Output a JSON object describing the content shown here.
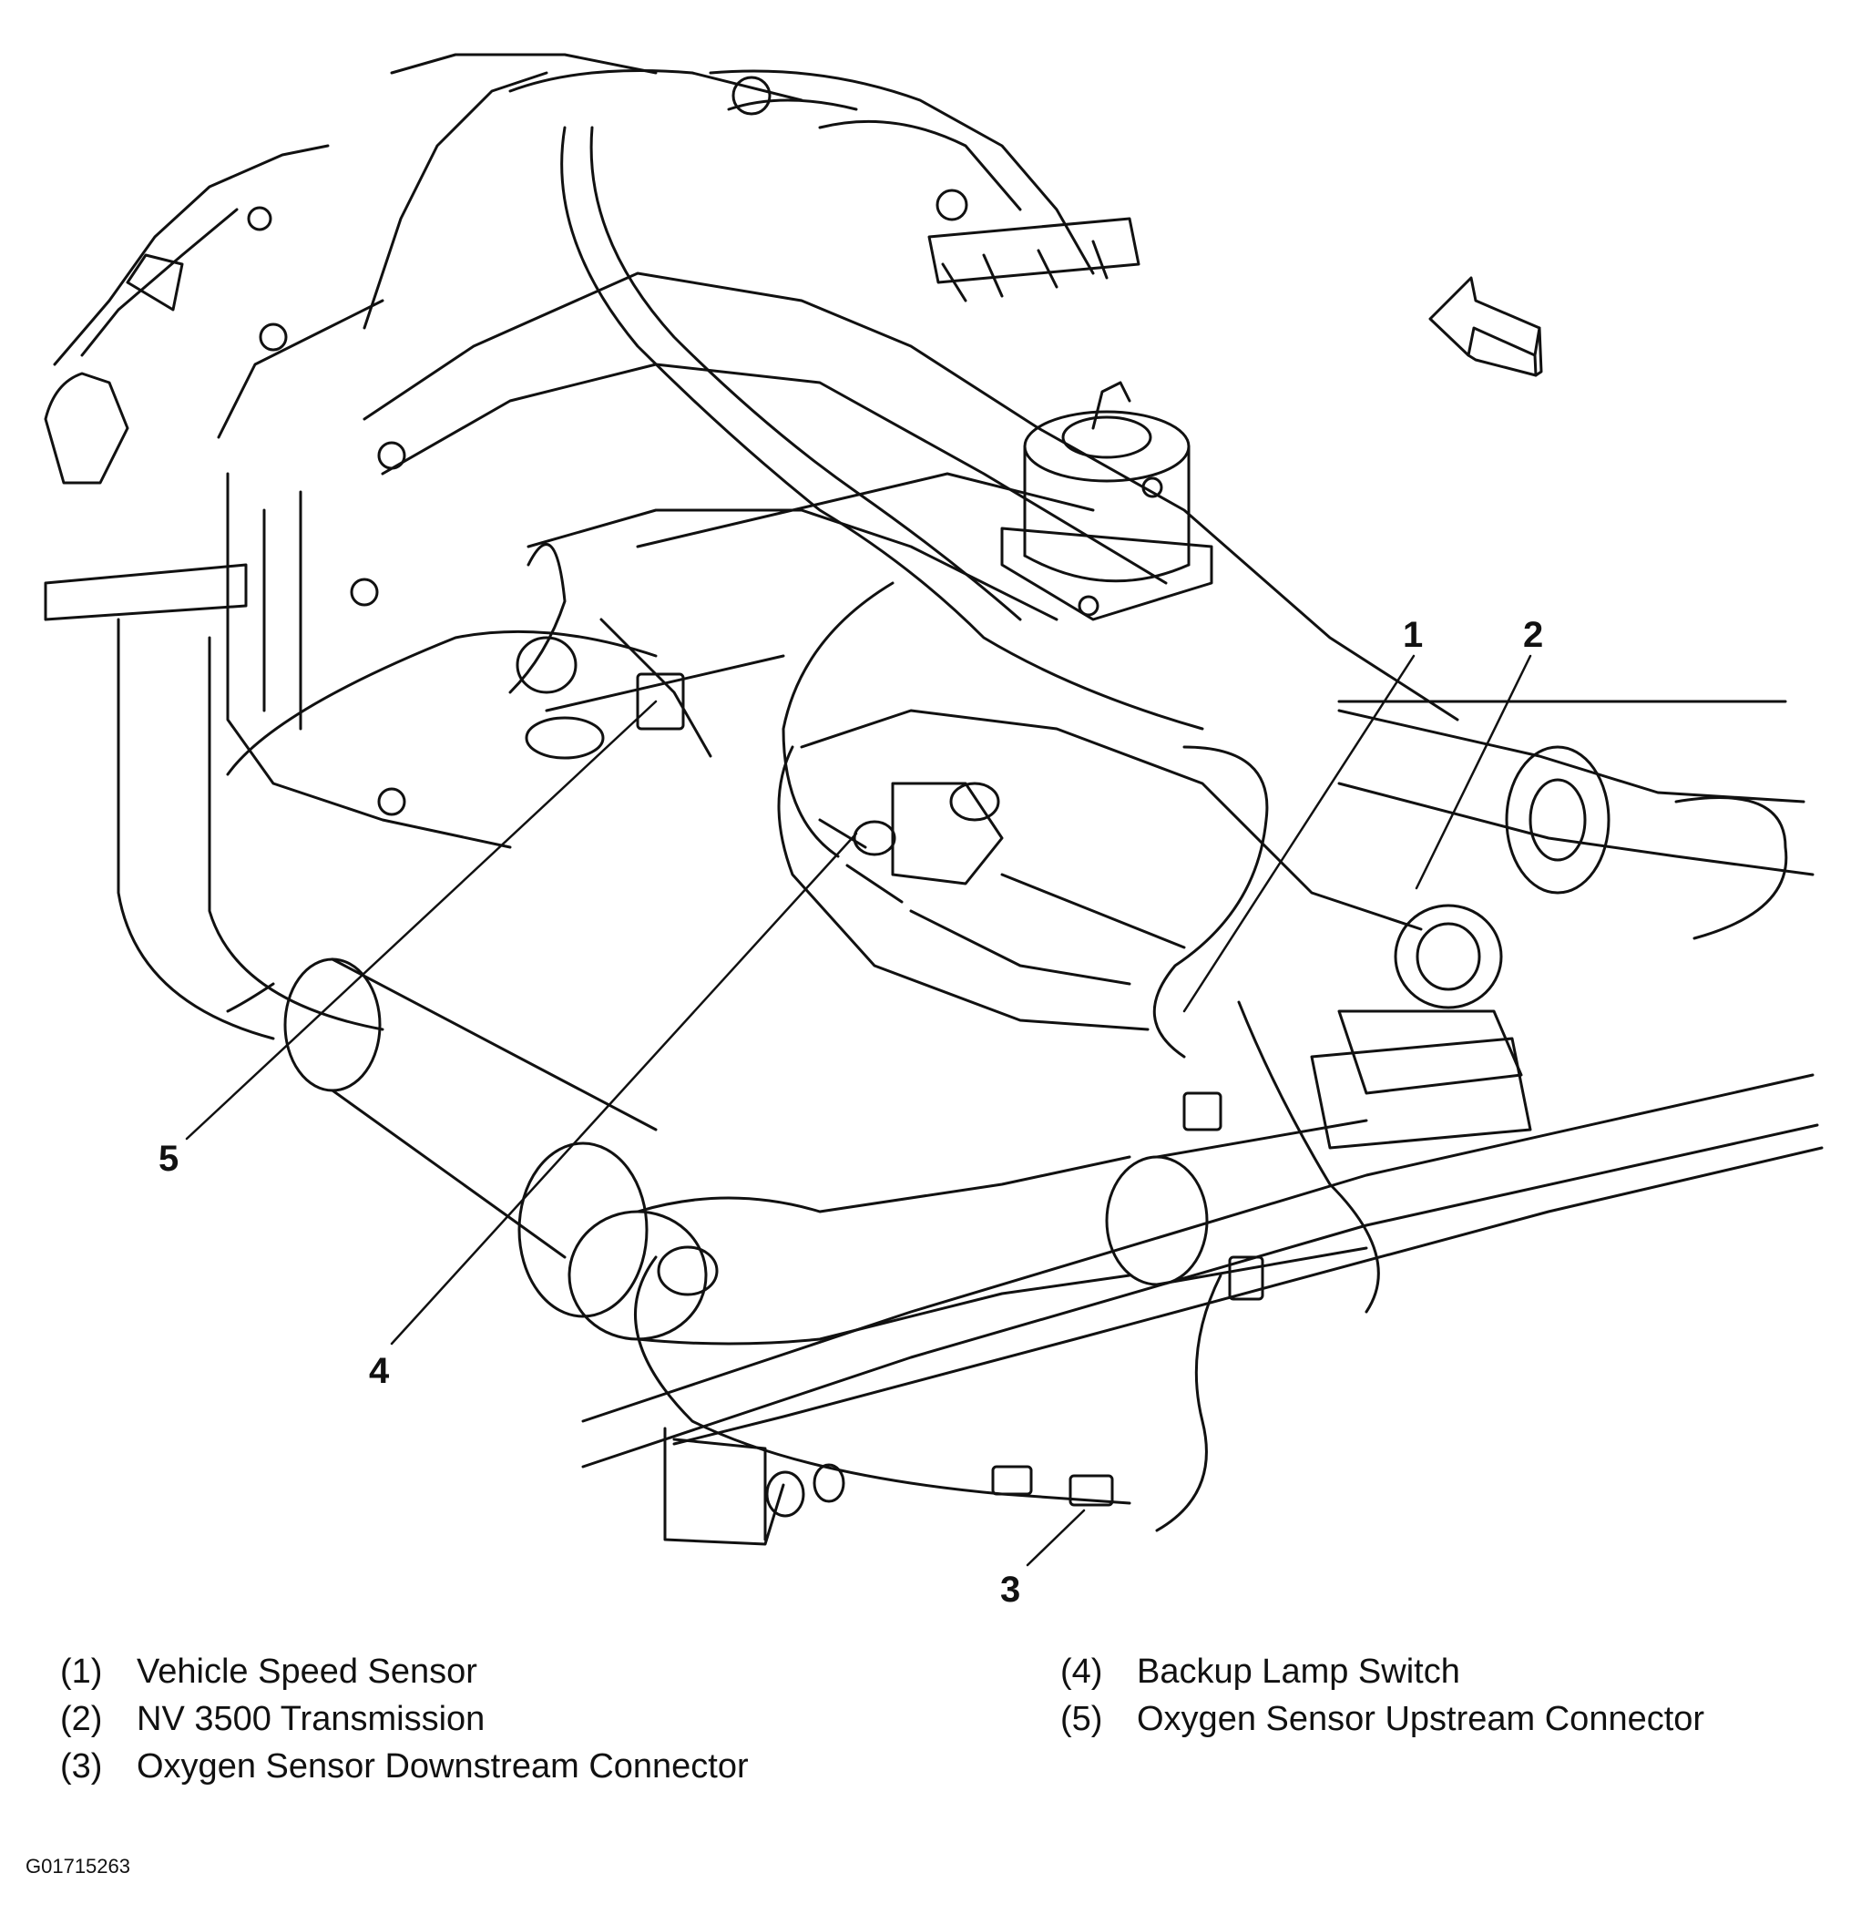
{
  "figure": {
    "callouts": [
      {
        "id": "1",
        "label": "1"
      },
      {
        "id": "2",
        "label": "2"
      },
      {
        "id": "3",
        "label": "3"
      },
      {
        "id": "4",
        "label": "4"
      },
      {
        "id": "5",
        "label": "5"
      }
    ],
    "direction_arrow_icon": "front-arrow-icon"
  },
  "legend": {
    "items": [
      {
        "num": "(1)",
        "text": "Vehicle Speed Sensor"
      },
      {
        "num": "(2)",
        "text": "NV 3500 Transmission"
      },
      {
        "num": "(3)",
        "text": "Oxygen Sensor Downstream Connector"
      },
      {
        "num": "(4)",
        "text": "Backup Lamp Switch"
      },
      {
        "num": "(5)",
        "text": "Oxygen Sensor Upstream Connector"
      }
    ]
  },
  "figure_id": "G01715263"
}
